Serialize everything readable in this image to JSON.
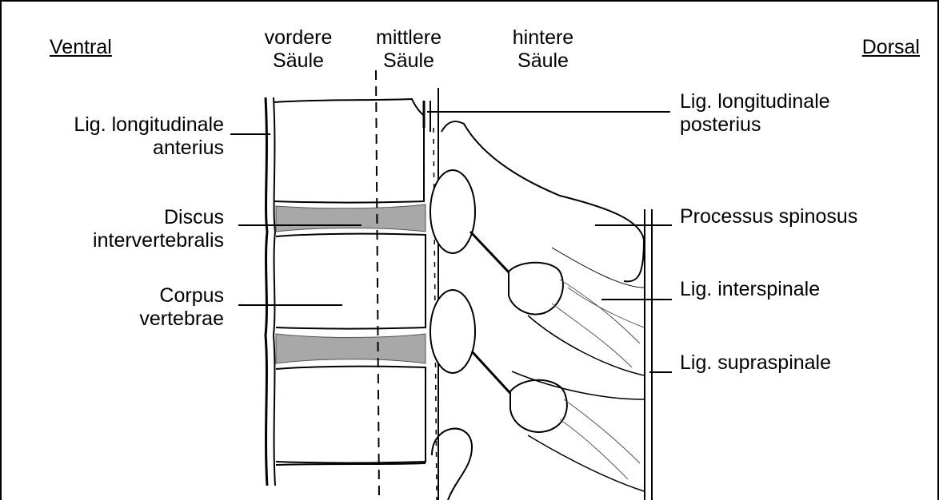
{
  "orientation": {
    "ventral": "Ventral",
    "dorsal": "Dorsal"
  },
  "columns": {
    "front": {
      "line1": "vordere",
      "line2": "Säule"
    },
    "middle": {
      "line1": "mittlere",
      "line2": "Säule"
    },
    "back": {
      "line1": "hintere",
      "line2": "Säule"
    }
  },
  "left_labels": {
    "lig_long_ant": {
      "line1": "Lig. longitudinale",
      "line2": "anterius"
    },
    "discus": {
      "line1": "Discus",
      "line2": "intervertebralis"
    },
    "corpus": {
      "line1": "Corpus",
      "line2": "vertebrae"
    }
  },
  "right_labels": {
    "lig_long_post": {
      "line1": "Lig. longitudinale",
      "line2": "posterius"
    },
    "proc_spinosus": "Processus spinosus",
    "lig_interspinale": "Lig. interspinale",
    "lig_supraspinale": "Lig. supraspinale"
  },
  "colors": {
    "ink": "#000000",
    "disc_fill": "#a8a8a8",
    "background": "#ffffff"
  }
}
